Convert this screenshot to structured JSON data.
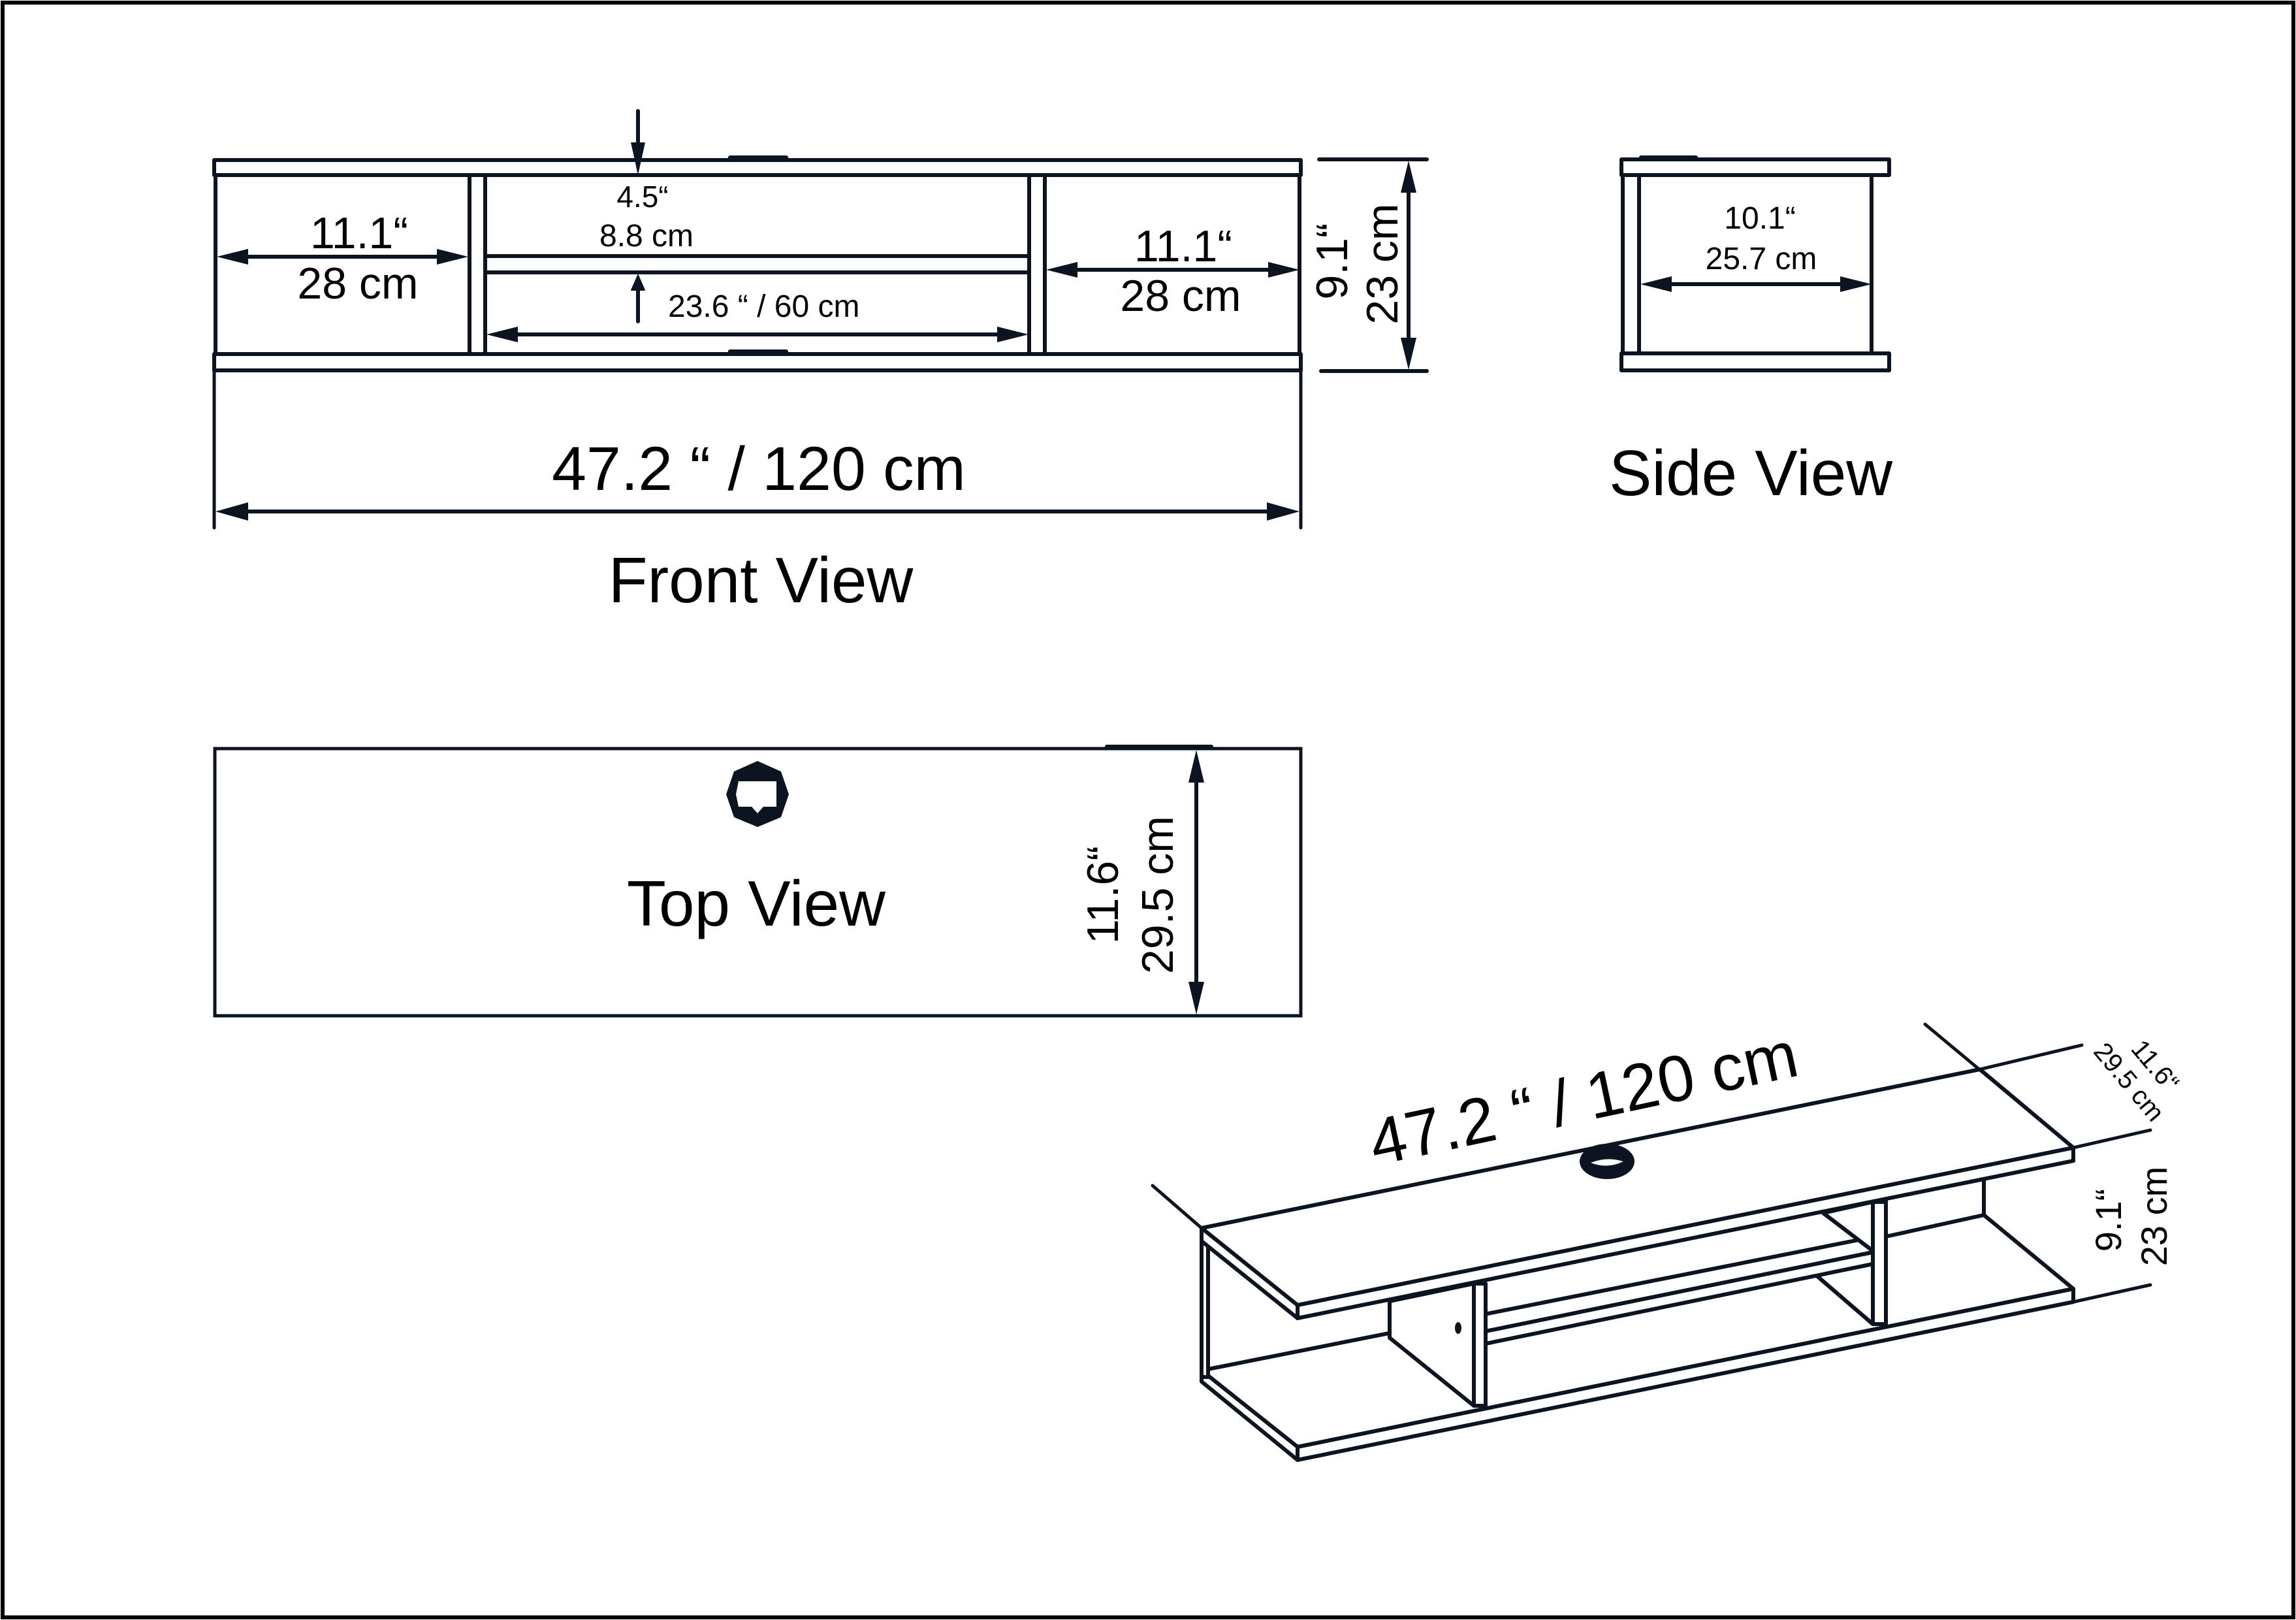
{
  "colors": {
    "line": "#0b1420",
    "background": "#ffffff",
    "border": "#000000"
  },
  "front_view": {
    "label": "Front View",
    "overall_width": "47.2 “ / 120 cm",
    "left_compartment": {
      "inch": "11.1“",
      "cm": "28 cm"
    },
    "right_compartment": {
      "inch": "11.1“",
      "cm": "28 cm"
    },
    "middle_shelf_gap": {
      "inch": "4.5“",
      "cm": "8.8 cm"
    },
    "middle_compartment_width": "23.6 “ / 60 cm",
    "height": {
      "inch": "9.1“",
      "cm": "23 cm"
    }
  },
  "side_view": {
    "label": "Side View",
    "inner_depth": {
      "inch": "10.1“",
      "cm": "25.7 cm"
    }
  },
  "top_view": {
    "label": "Top View",
    "depth": {
      "inch": "11.6“",
      "cm": "29.5 cm"
    },
    "icon": "cable-hole-octagon-icon"
  },
  "isometric_view": {
    "width": "47.2 “ / 120 cm",
    "depth": {
      "inch": "11.6“",
      "cm": "29.5 cm"
    },
    "height": {
      "inch": "9.1“",
      "cm": "23 cm"
    },
    "icon": "cable-hole-icon"
  }
}
